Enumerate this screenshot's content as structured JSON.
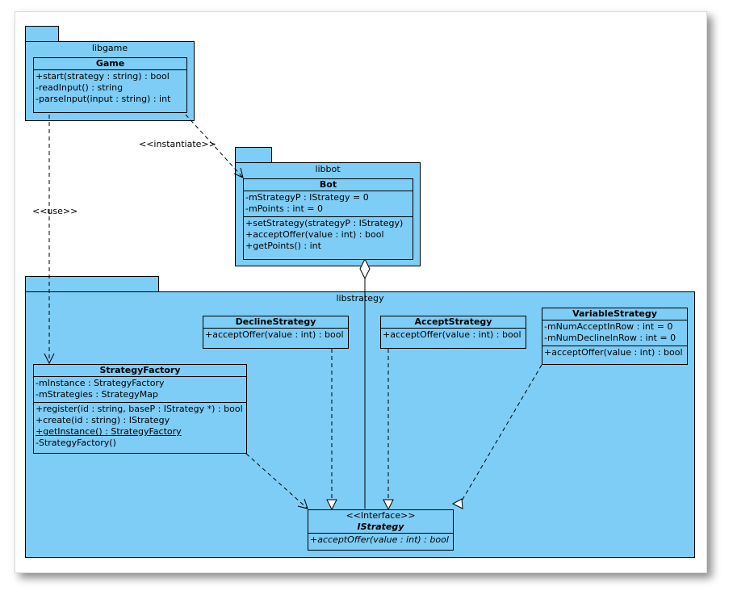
{
  "packages": {
    "libgame": "libgame",
    "libbot": "libbot",
    "libstrategy": "libstrategy"
  },
  "classes": {
    "game": {
      "name": "Game",
      "attributes": [],
      "operations": [
        "+start(strategy : string) : bool",
        "-readInput() : string",
        "-parseInput(input : string) : int"
      ]
    },
    "bot": {
      "name": "Bot",
      "attributes": [
        "-mStrategyP : IStrategy = 0",
        "-mPoints : int = 0"
      ],
      "operations": [
        "+setStrategy(strategyP : IStrategy)",
        "+acceptOffer(value : int) : bool",
        "+getPoints() : int"
      ]
    },
    "decline": {
      "name": "DeclineStrategy",
      "operations": [
        "+acceptOffer(value : int) : bool"
      ]
    },
    "accept": {
      "name": "AcceptStrategy",
      "operations": [
        "+acceptOffer(value : int) : bool"
      ]
    },
    "variable": {
      "name": "VariableStrategy",
      "attributes": [
        "-mNumAcceptInRow : int = 0",
        "-mNumDeclineInRow : int = 0"
      ],
      "operations": [
        "+acceptOffer(value : int) : bool"
      ]
    },
    "factory": {
      "name": "StrategyFactory",
      "attributes": [
        "-mInstance : StrategyFactory",
        "-mStrategies : StrategyMap"
      ],
      "operations": [
        "+register(id : string, baseP : IStrategy *) : bool",
        "+create(id : string) : IStrategy",
        "+getInstance() : StrategyFactory",
        "-StrategyFactory()"
      ]
    },
    "istrategy": {
      "stereotype": "<<Interface>>",
      "name": "IStrategy",
      "operations": [
        "+acceptOffer(value : int) : bool"
      ]
    }
  },
  "relations": {
    "instantiate": "<<instantiate>>",
    "use": "<<use>>"
  },
  "colors": {
    "fill": "#7dcdf6",
    "line": "#000000"
  }
}
